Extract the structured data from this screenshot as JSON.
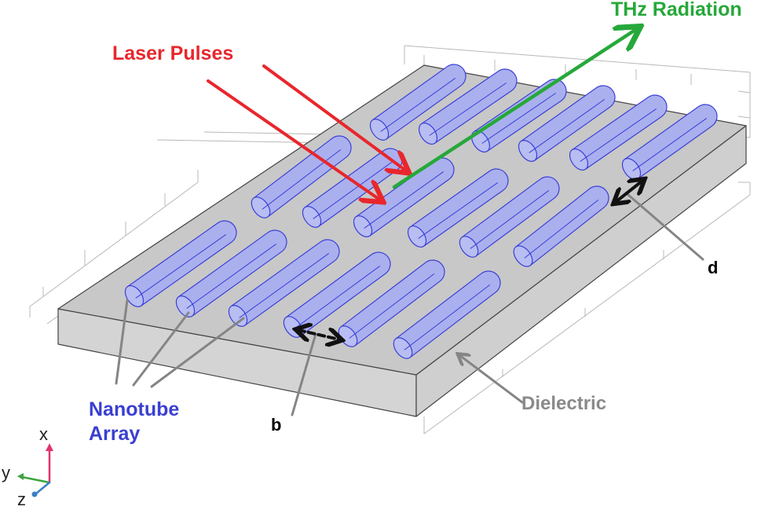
{
  "labels": {
    "laser": "Laser Pulses",
    "thz": "THz Radiation",
    "nanotube_line1": "Nanotube",
    "nanotube_line2": "Array",
    "dielectric": "Dielectric",
    "b": "b",
    "d": "d"
  },
  "axes": {
    "x": "x",
    "y": "y",
    "z": "z"
  },
  "colors": {
    "laser": "#e8262d",
    "thz": "#26a83a",
    "nanotube_label": "#3a3fd1",
    "tube_fill": "#aab0ee",
    "tube_stroke": "#3a3fd6",
    "slab_top": "#c8c8c8",
    "slab_side": "#d4d4d4",
    "pointer": "#858585",
    "dielectric_label": "#8a8a8a",
    "axis_x": "#e0336c",
    "axis_y": "#3fa33f",
    "axis_z": "#3c7fc8"
  }
}
